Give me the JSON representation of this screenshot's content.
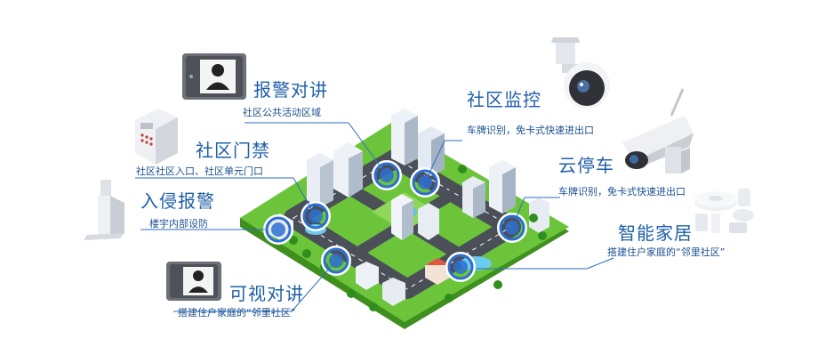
{
  "features": {
    "alarm_intercom": {
      "title": "报警对讲",
      "sub": "社区公共活动区域"
    },
    "community_monitor": {
      "title": "社区监控",
      "sub": "车牌识别，免卡式快速进出口"
    },
    "access_control": {
      "title": "社区门禁",
      "sub": "社区社区入口、社区单元门口"
    },
    "cloud_parking": {
      "title": "云停车",
      "sub": "车牌识别，免卡式快速进出口"
    },
    "intrusion_alarm": {
      "title": "入侵报警",
      "sub": "楼宇内部设防"
    },
    "smart_home": {
      "title": "智能家居",
      "sub": "搭建住户家庭的“邻里社区”"
    },
    "video_intercom": {
      "title": "可视对讲",
      "sub": "搭建住户家庭的“邻里社区”"
    }
  },
  "colors": {
    "title": "#1f5fa8",
    "line": "#2a6fc0",
    "grass": "#5cb82a",
    "road": "#4a4f58",
    "hotspot": "#2d6fd0"
  }
}
